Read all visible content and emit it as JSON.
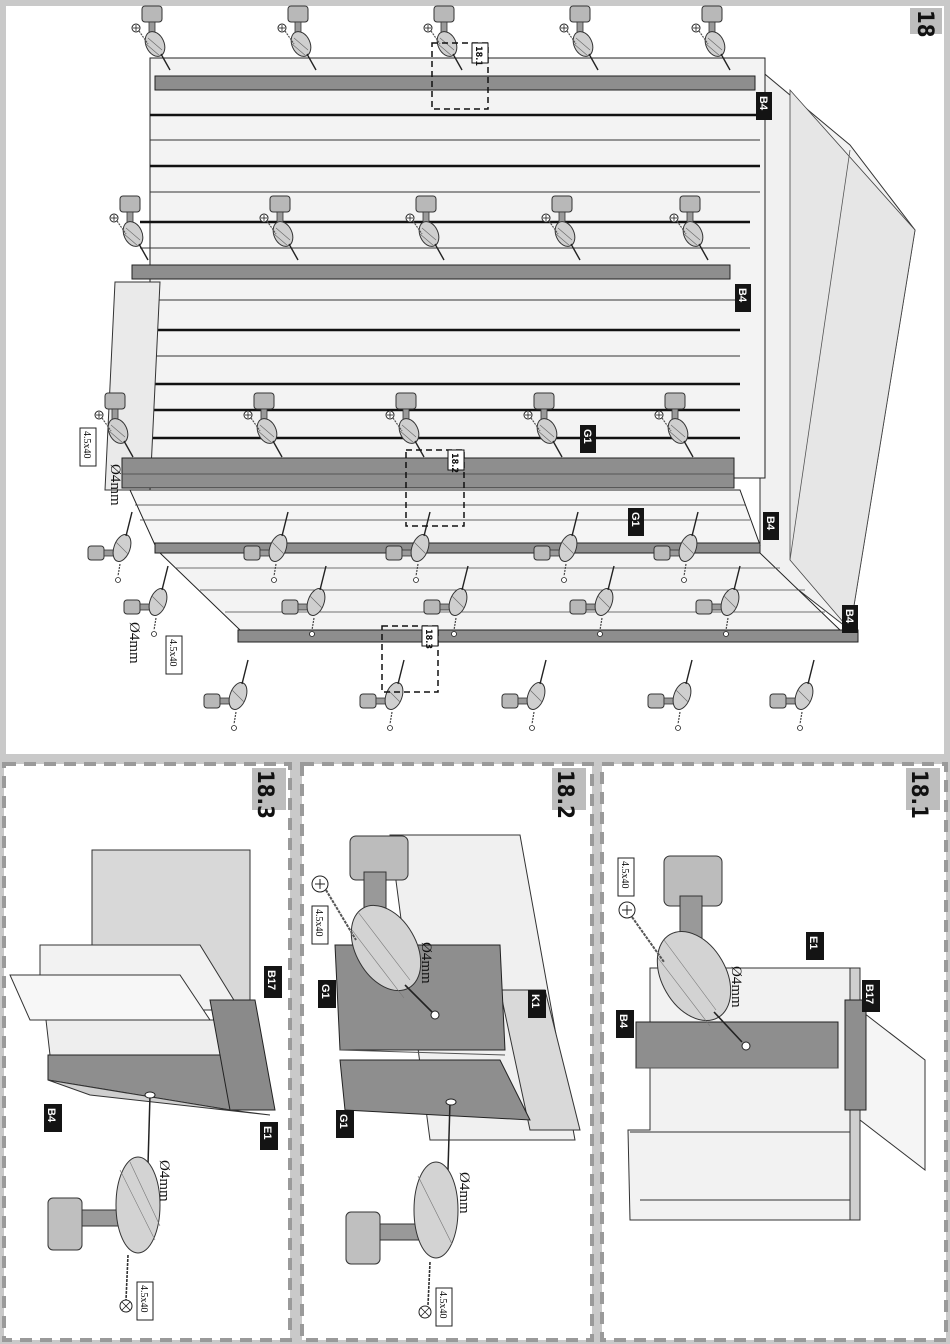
{
  "step_main": "18",
  "insets": [
    {
      "id": "18.1",
      "title": "18.1"
    },
    {
      "id": "18.2",
      "title": "18.2"
    },
    {
      "id": "18.3",
      "title": "18.3"
    }
  ],
  "callouts": {
    "c1": "18.1",
    "c2": "18.2",
    "c3": "18.3"
  },
  "parts": {
    "b4": "B4",
    "g1": "G1",
    "e1": "E1",
    "b17": "B17",
    "k1": "K1"
  },
  "screw_spec": "4.5x40",
  "drill_spec": "Ø4mm",
  "colors": {
    "page_bg": "#c9c9c9",
    "panel_bg": "#ffffff",
    "part_dark": "#8e8e8e",
    "board": "#e8e8e8",
    "tag_bg": "#141414"
  }
}
